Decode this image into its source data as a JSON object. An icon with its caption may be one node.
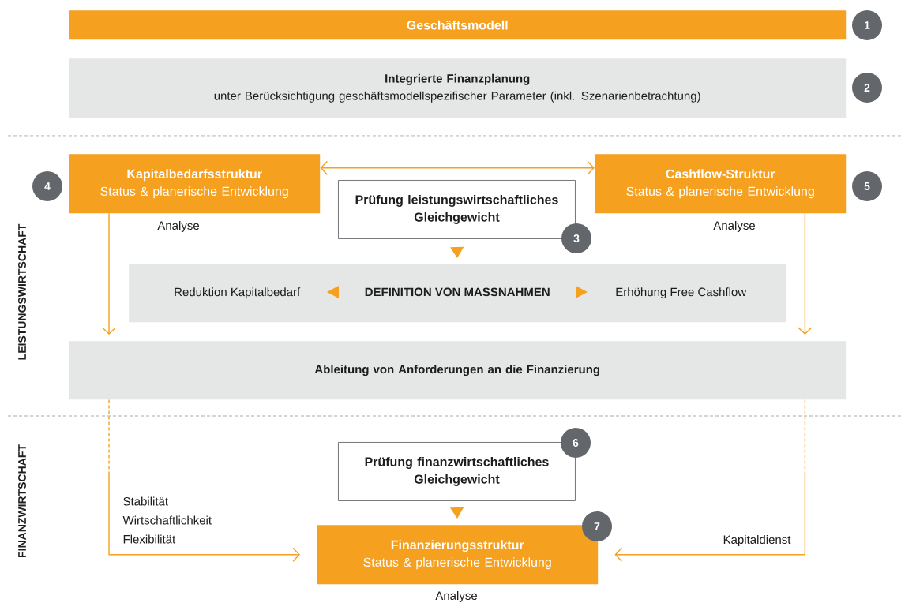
{
  "diagram": {
    "nodes": [
      {
        "text": [
          "Geschäftsmodell"
        ],
        "beside": [
          "1"
        ]
      },
      {
        "text": [
          "Integrierte Finanzplanung",
          "unter Berücksichtigung geschäftsmodellspezifischer Parameter (inkl. Szenarienbetrachtung)"
        ],
        "beside": [
          "2"
        ]
      },
      {
        "text": [
          "Kapitalbedarfsstruktur",
          "Status & planerische Entwicklung"
        ],
        "beside": [
          "4",
          "Analyse"
        ]
      },
      {
        "text": [
          "Prüfung leistungswirtschaftliches Gleichgewicht"
        ],
        "beside": [
          "3"
        ]
      },
      {
        "text": [
          "Cashflow-Struktur",
          "Status & planerische Entwicklung"
        ],
        "beside": [
          "5",
          "Analyse"
        ]
      },
      {
        "text": [
          "Reduktion Kapitalbedarf",
          "DEFINITION VON MASSNAHMEN",
          "Erhöhung Free Cashflow"
        ]
      },
      {
        "text": [
          "Ableitung von Anforderungen an die Finanzierung"
        ]
      },
      {
        "text": [
          "Prüfung finanzwirtschaftliches Gleichgewicht"
        ],
        "beside": [
          "6"
        ]
      },
      {
        "text": [
          "Finanzierungsstruktur",
          "Status & planerische Entwicklung"
        ],
        "beside": [
          "7",
          "Analyse"
        ]
      }
    ],
    "edges": [
      {
        "from": 2,
        "to": 4,
        "arrow": "both"
      },
      {
        "from": 2,
        "to": 6,
        "arrow": "to"
      },
      {
        "from": 4,
        "to": 6,
        "arrow": "to"
      },
      {
        "from": 3,
        "to": 5,
        "arrow": "to"
      },
      {
        "from": 7,
        "to": 8,
        "arrow": "to"
      },
      {
        "from": 6,
        "to": 8,
        "arrow": "to",
        "label": "Stabilität Wirtschaftlichkeit Flexibilität"
      },
      {
        "from": 6,
        "to": 8,
        "arrow": "to",
        "label": "Kapitaldienst"
      }
    ],
    "labels": [
      "LEISTUNGSWIRTSCHAFT",
      "FINANZWIRTSCHAFT"
    ]
  }
}
